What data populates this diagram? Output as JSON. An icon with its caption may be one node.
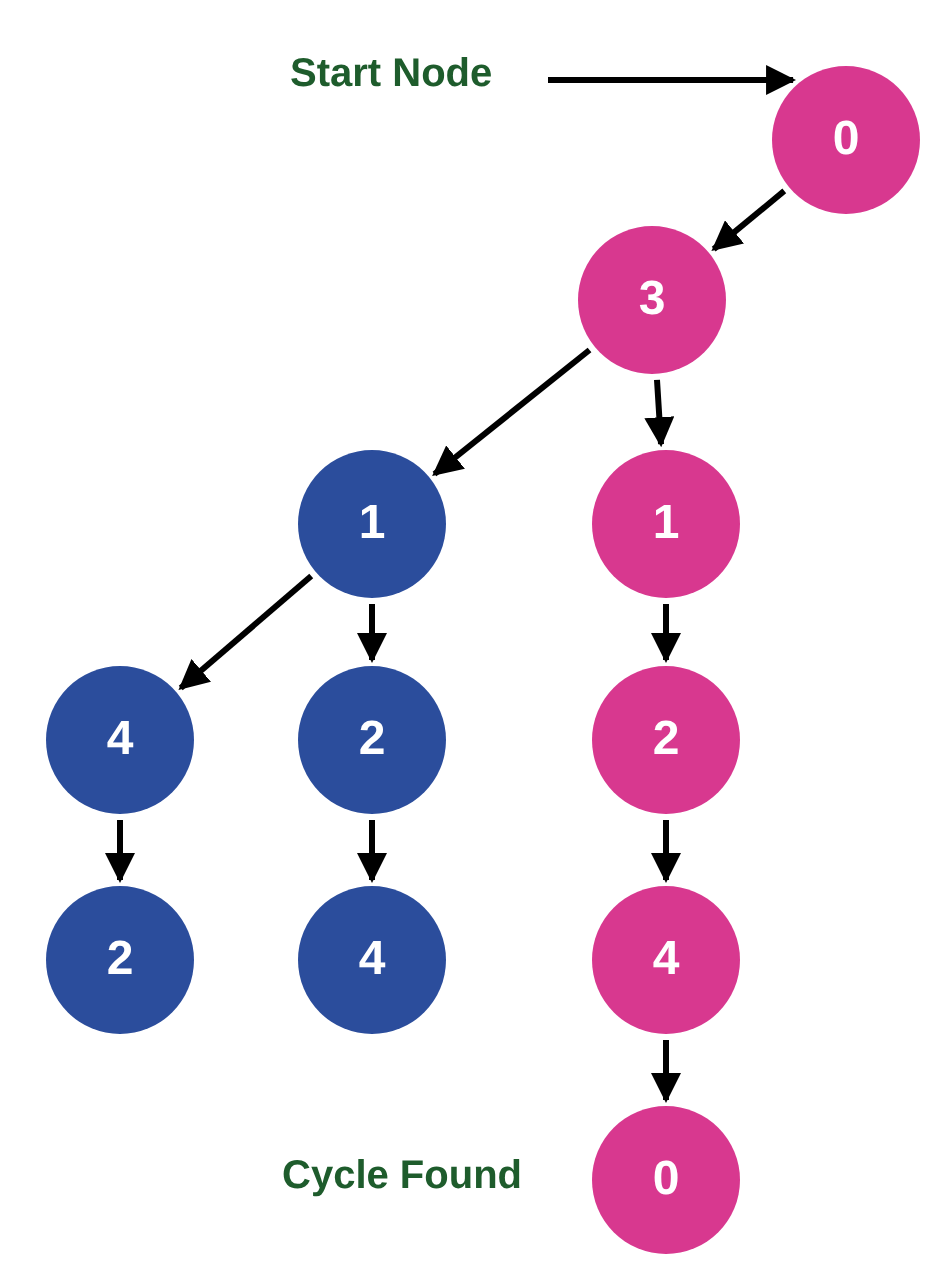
{
  "diagram": {
    "nodes": [
      {
        "text": [
          "Start Node"
        ]
      },
      {
        "text": [
          "0"
        ]
      },
      {
        "text": [
          "3"
        ]
      },
      {
        "text": [
          "1"
        ]
      },
      {
        "text": [
          "1"
        ]
      },
      {
        "text": [
          "4"
        ]
      },
      {
        "text": [
          "2"
        ]
      },
      {
        "text": [
          "2"
        ]
      },
      {
        "text": [
          "2"
        ]
      },
      {
        "text": [
          "4"
        ]
      },
      {
        "text": [
          "4"
        ]
      },
      {
        "text": [
          "0"
        ],
        "beside": [
          "Cycle Found"
        ]
      }
    ],
    "edges": [
      {
        "from": 0,
        "to": 1,
        "arrow": "to"
      },
      {
        "from": 1,
        "to": 2,
        "arrow": "to"
      },
      {
        "from": 2,
        "to": 3,
        "arrow": "to"
      },
      {
        "from": 2,
        "to": 4,
        "arrow": "to"
      },
      {
        "from": 3,
        "to": 5,
        "arrow": "to"
      },
      {
        "from": 3,
        "to": 6,
        "arrow": "to"
      },
      {
        "from": 4,
        "to": 7,
        "arrow": "to"
      },
      {
        "from": 5,
        "to": 8,
        "arrow": "to"
      },
      {
        "from": 6,
        "to": 9,
        "arrow": "to"
      },
      {
        "from": 7,
        "to": 10,
        "arrow": "to"
      },
      {
        "from": 10,
        "to": 11,
        "arrow": "to"
      }
    ]
  }
}
